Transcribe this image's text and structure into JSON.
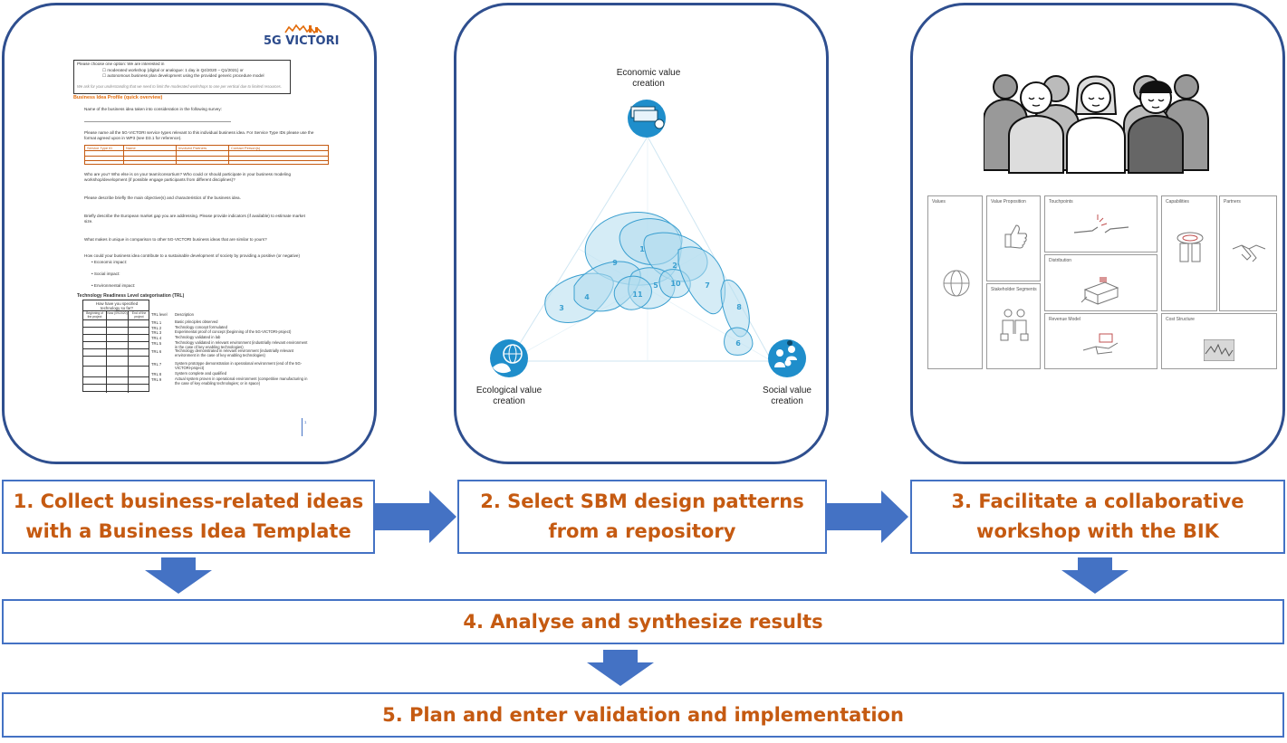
{
  "panel1": {
    "logo": "5G VICTORI",
    "choose": "Please choose one option: We are interested in",
    "opt1": "moderated workshop (digital or analogue: 1 day in Q4/2020 – Q1/2021)    or",
    "opt2": "autonomous business plan development using the provided generic procedure model",
    "note": "We ask for your understanding that we need to limit the moderated workshops to one per vertical due to limited resources.",
    "profile_title": "Business Idea Profile (quick overview)",
    "q_name": "Name of the business idea taken into consideration in the following survey:",
    "q_service_1": "Please name all the 5G-VICTORI service types relevant to this individual business idea. For Service Type IDs please use the",
    "q_service_2": "format agreed upon in WP3 (see D3.1 for reference).",
    "table_headers": [
      "Service Type ID",
      "Name",
      "Involved Partners",
      "Contact Person(s)"
    ],
    "q_team_1": "Who are you? Who else is on your team/consortium? Who could or should participate in your business modeling",
    "q_team_2": "workshop/development (if possible engage participants from different disciplines)?",
    "q_objectives": "Please describe briefly the main objective(s) and characteristics of the business idea.",
    "q_market_1": "Briefly describe the European market gap you are addressing. Please provide indicators (if available) to estimate market",
    "q_market_2": "size.",
    "q_unique": "What makes it unique in comparison to other 5G-VICTORI business ideas that are similar to yours?",
    "q_contribute": "How could your business idea contribute to a sustainable development of society by providing a positive (or negative)",
    "impacts": [
      "Economic impact:",
      "Social impact:",
      "Environmental impact:"
    ],
    "trl_title": "Technology Readiness Level categorisation (TRL)",
    "trl_question": "How have you specified technology so far?",
    "trl_cols": [
      "Beginning of the project",
      "Now (09/2020)",
      "End of the project"
    ],
    "trl_level_header": "TRL level",
    "trl_desc_header": "Description",
    "trl_levels": [
      "TRL 1",
      "TRL 2",
      "TRL 3",
      "TRL 4",
      "TRL 5",
      "TRL 6",
      "TRL 7",
      "TRL 8",
      "TRL 9"
    ],
    "trl_descs": [
      "Basic principles observed",
      "Technology concept formulated",
      "Experimental proof of concept (beginning of the 5G-VICTORI-project)",
      "Technology validated in lab",
      "Technology validated in relevant environment (industrially relevant environment in the case of key enabling technologies)",
      "Technology demonstrated in relevant environment (industrially relevant environment in the case of key enabling technologies)",
      "System prototype demonstration in operational environment (end of the 5G-VICTORI-project)",
      "System complete and qualified",
      "Actual system proven in operational environment (competitive manufacturing in the case of key enabling technologies; or in space)"
    ],
    "page_number": "1"
  },
  "panel2": {
    "top_label": "Economic value creation",
    "left_label": "Ecological value creation",
    "right_label": "Social value creation",
    "pattern_numbers": [
      "1",
      "2",
      "3",
      "4",
      "5",
      "6",
      "7",
      "8",
      "9",
      "10",
      "11"
    ]
  },
  "panel3": {
    "bmc_labels": {
      "values": "Values",
      "value_proposition": "Value Proposition",
      "touchpoints": "Touchpoints",
      "capabilities": "Capabilities",
      "partners": "Partners",
      "distribution": "Distribution",
      "stakeholder_segments": "Stakeholder Segments",
      "revenue_model": "Revenue Model",
      "cost_structure": "Cost Structure"
    }
  },
  "steps": {
    "step1_line1": "1. Collect business-related ideas",
    "step1_line2": "with a Business Idea Template",
    "step2_line1": "2. Select SBM design patterns",
    "step2_line2": "from a repository",
    "step3_line1": "3. Facilitate a collaborative",
    "step3_line2": "workshop with the BIK",
    "step4": "4. Analyse and synthesize results",
    "step5": "5. Plan and enter validation and implementation"
  },
  "colors": {
    "panel_border": "#2f4f8f",
    "box_border": "#4472c4",
    "arrow_fill": "#4472c4",
    "step_text": "#c55a11",
    "doc_accent": "#e26b0a",
    "blob_fill": "#b3dcef",
    "blob_stroke": "#3a9fd0",
    "icon_blue": "#1f8ecb"
  }
}
